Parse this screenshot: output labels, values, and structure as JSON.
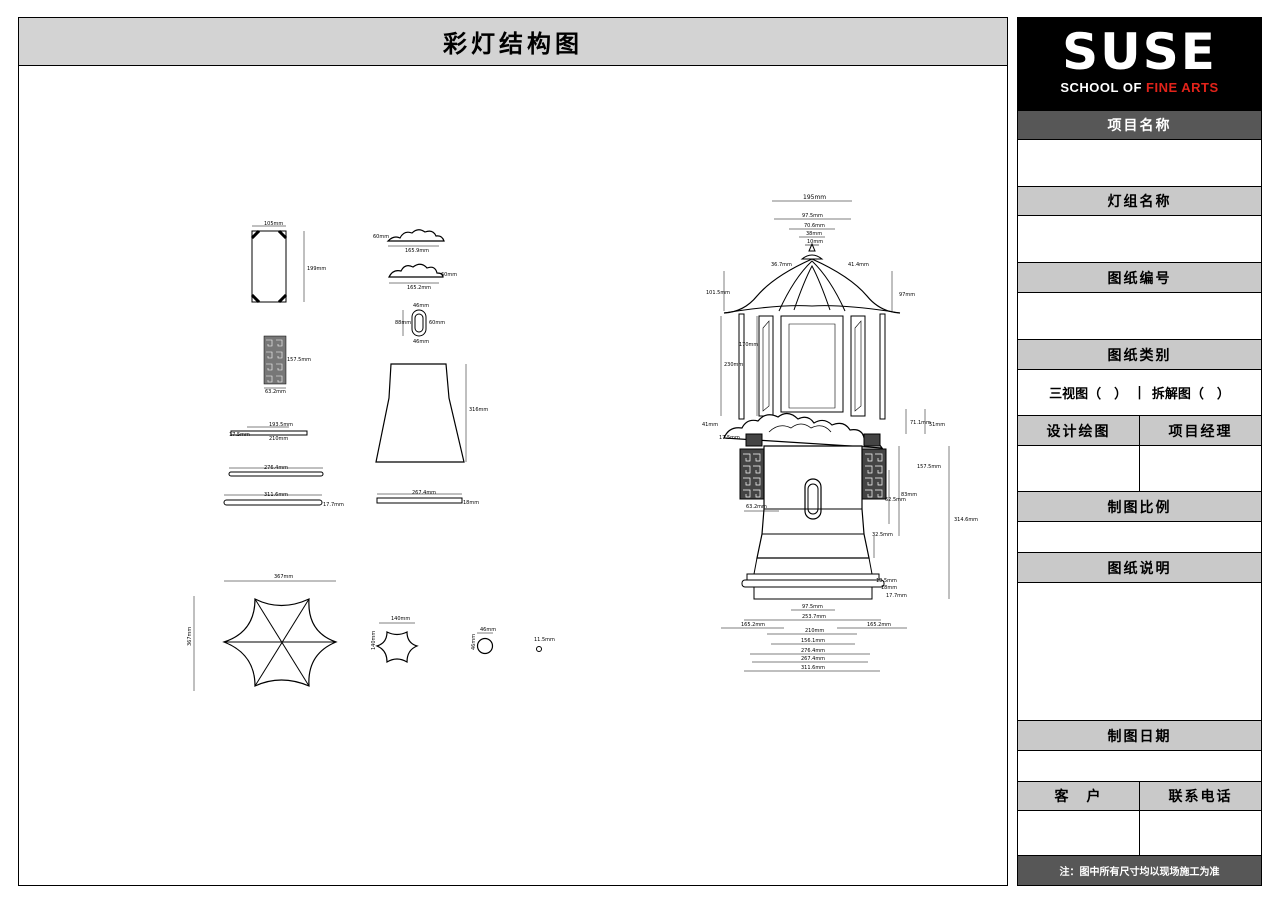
{
  "title": "彩灯结构图",
  "logo": {
    "main": "SUSE",
    "sub_prefix": "SCHOOL OF",
    "sub_accent": "FINE ARTS",
    "accent_color": "#e2231a"
  },
  "sidebar": {
    "project_name": "项目名称",
    "lamp_group_name": "灯组名称",
    "drawing_number": "图纸编号",
    "drawing_type": "图纸类别",
    "type_option_1": "三视图（　）",
    "type_separator": "|",
    "type_option_2": "拆解图（　）",
    "designer": "设计绘图",
    "project_manager": "项目经理",
    "scale": "制图比例",
    "description": "图纸说明",
    "date": "制图日期",
    "client": "客　户",
    "phone": "联系电话",
    "note": "注：图中所有尺寸均以现场施工为准"
  },
  "dims": {
    "d195": "195mm",
    "d975": "97.5mm",
    "d706": "70.6mm",
    "d38": "38mm",
    "d10": "10mm",
    "d367": "36.7mm",
    "d414": "41.4mm",
    "d1015": "101.5mm",
    "d97": "97mm",
    "d170": "170mm",
    "d230": "230mm",
    "d41": "41mm",
    "d175": "17.5mm",
    "d711": "71.1mm",
    "d51": "51mm",
    "d1575": "157.5mm",
    "d625": "62.5mm",
    "d83": "83mm",
    "d3146": "314.6mm",
    "d632": "63.2mm",
    "d325": "32.5mm",
    "d135": "13.5mm",
    "d18": "18mm",
    "d177": "17.7mm",
    "d2537": "253.7mm",
    "d1652": "165.2mm",
    "d210": "210mm",
    "d1561": "156.1mm",
    "d2764": "276.4mm",
    "d2674": "267.4mm",
    "d3116": "311.6mm",
    "d367m": "367mm",
    "d140": "140mm",
    "d46": "46mm",
    "d115": "11.5mm",
    "d199": "199mm",
    "d105": "105mm",
    "d1659": "165.9mm",
    "d1652b": "165.2mm",
    "d60": "60mm",
    "d88": "88mm",
    "d1575b": "157.5mm",
    "d632b": "63.2mm",
    "d1935": "193.5mm",
    "d2108": "210mm",
    "d2764b": "276.4mm",
    "d3116b": "311.6mm",
    "d2674b": "267.4mm",
    "d316": "316mm",
    "d367v": "367mm",
    "d140v": "140mm",
    "d46v": "46mm"
  }
}
